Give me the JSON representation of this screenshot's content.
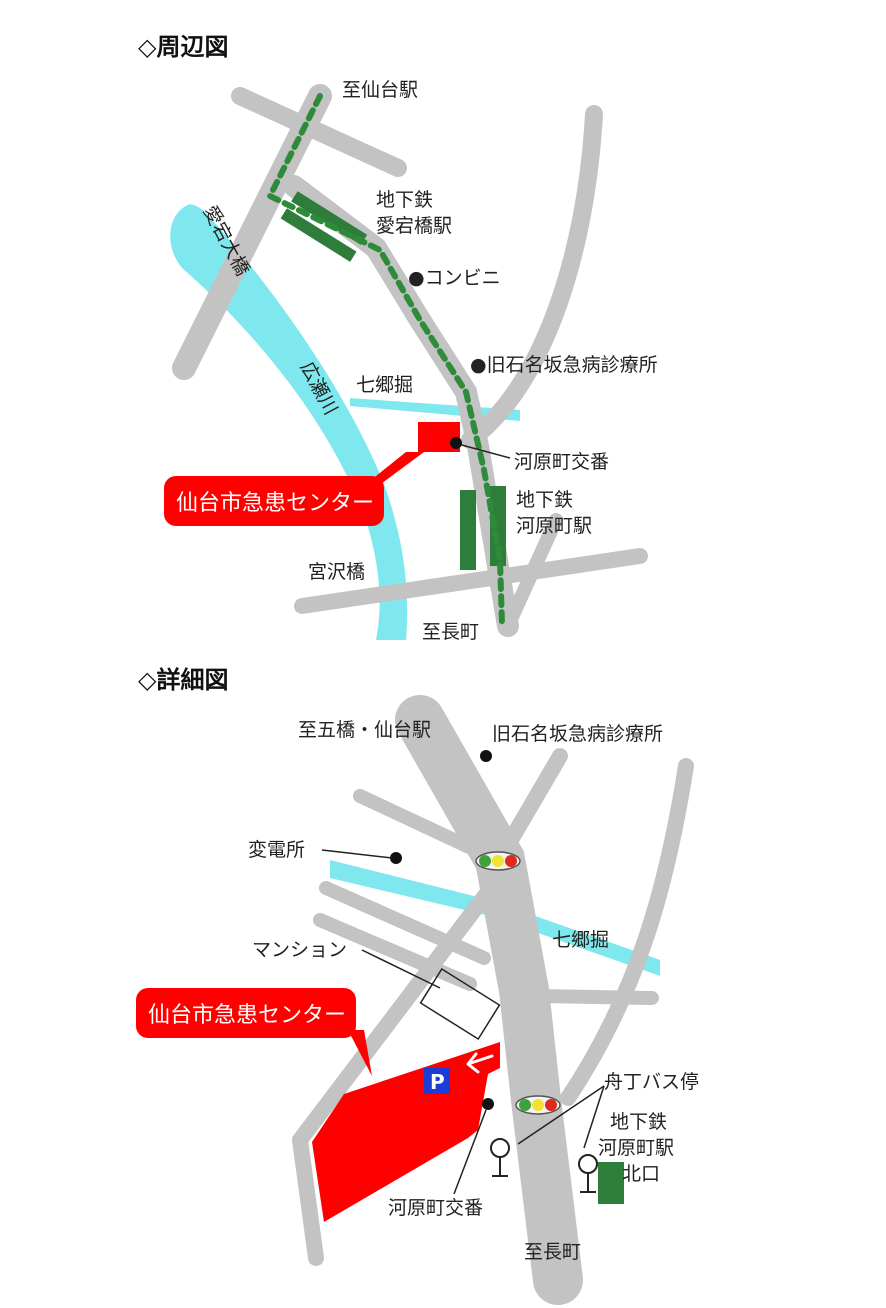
{
  "area_map": {
    "heading": "◇周辺図",
    "to_sendai_station": "至仙台駅",
    "subway_atagobashi_line1": "地下鉄",
    "subway_atagobashi_line2": "愛宕橋駅",
    "convenience_store": "●コンビニ",
    "old_clinic": "●旧石名坂急病診療所",
    "shichigo_canal": "七郷掘",
    "police_box": "河原町交番",
    "subway_kawaramachi_line1": "地下鉄",
    "subway_kawaramachi_line2": "河原町駅",
    "miyazawa_bridge": "宮沢橋",
    "to_nagamachi": "至長町",
    "atago_bridge": "愛宕大橋",
    "hirose_river": "広瀬川",
    "callout": "仙台市急患センター"
  },
  "detail_map": {
    "heading": "◇詳細図",
    "to_goshashi": "至五橋・仙台駅",
    "old_clinic": "旧石名坂急病診療所",
    "substation": "変電所",
    "shichigo_canal": "七郷掘",
    "mansion": "マンション",
    "callout": "仙台市急患センター",
    "parking": "P",
    "bus_stop": "舟丁バス停",
    "subway_exit_line1": "地下鉄",
    "subway_exit_line2": "河原町駅",
    "subway_exit_line3": "北口",
    "police_box": "河原町交番",
    "to_nagamachi": "至長町"
  },
  "colors": {
    "road": "#c3c3c3",
    "river": "#7fe8ee",
    "subway_station": "#2e7d3a",
    "subway_route": "#2e8b3a",
    "center": "#ff0000",
    "parking": "#1c3cd6"
  }
}
